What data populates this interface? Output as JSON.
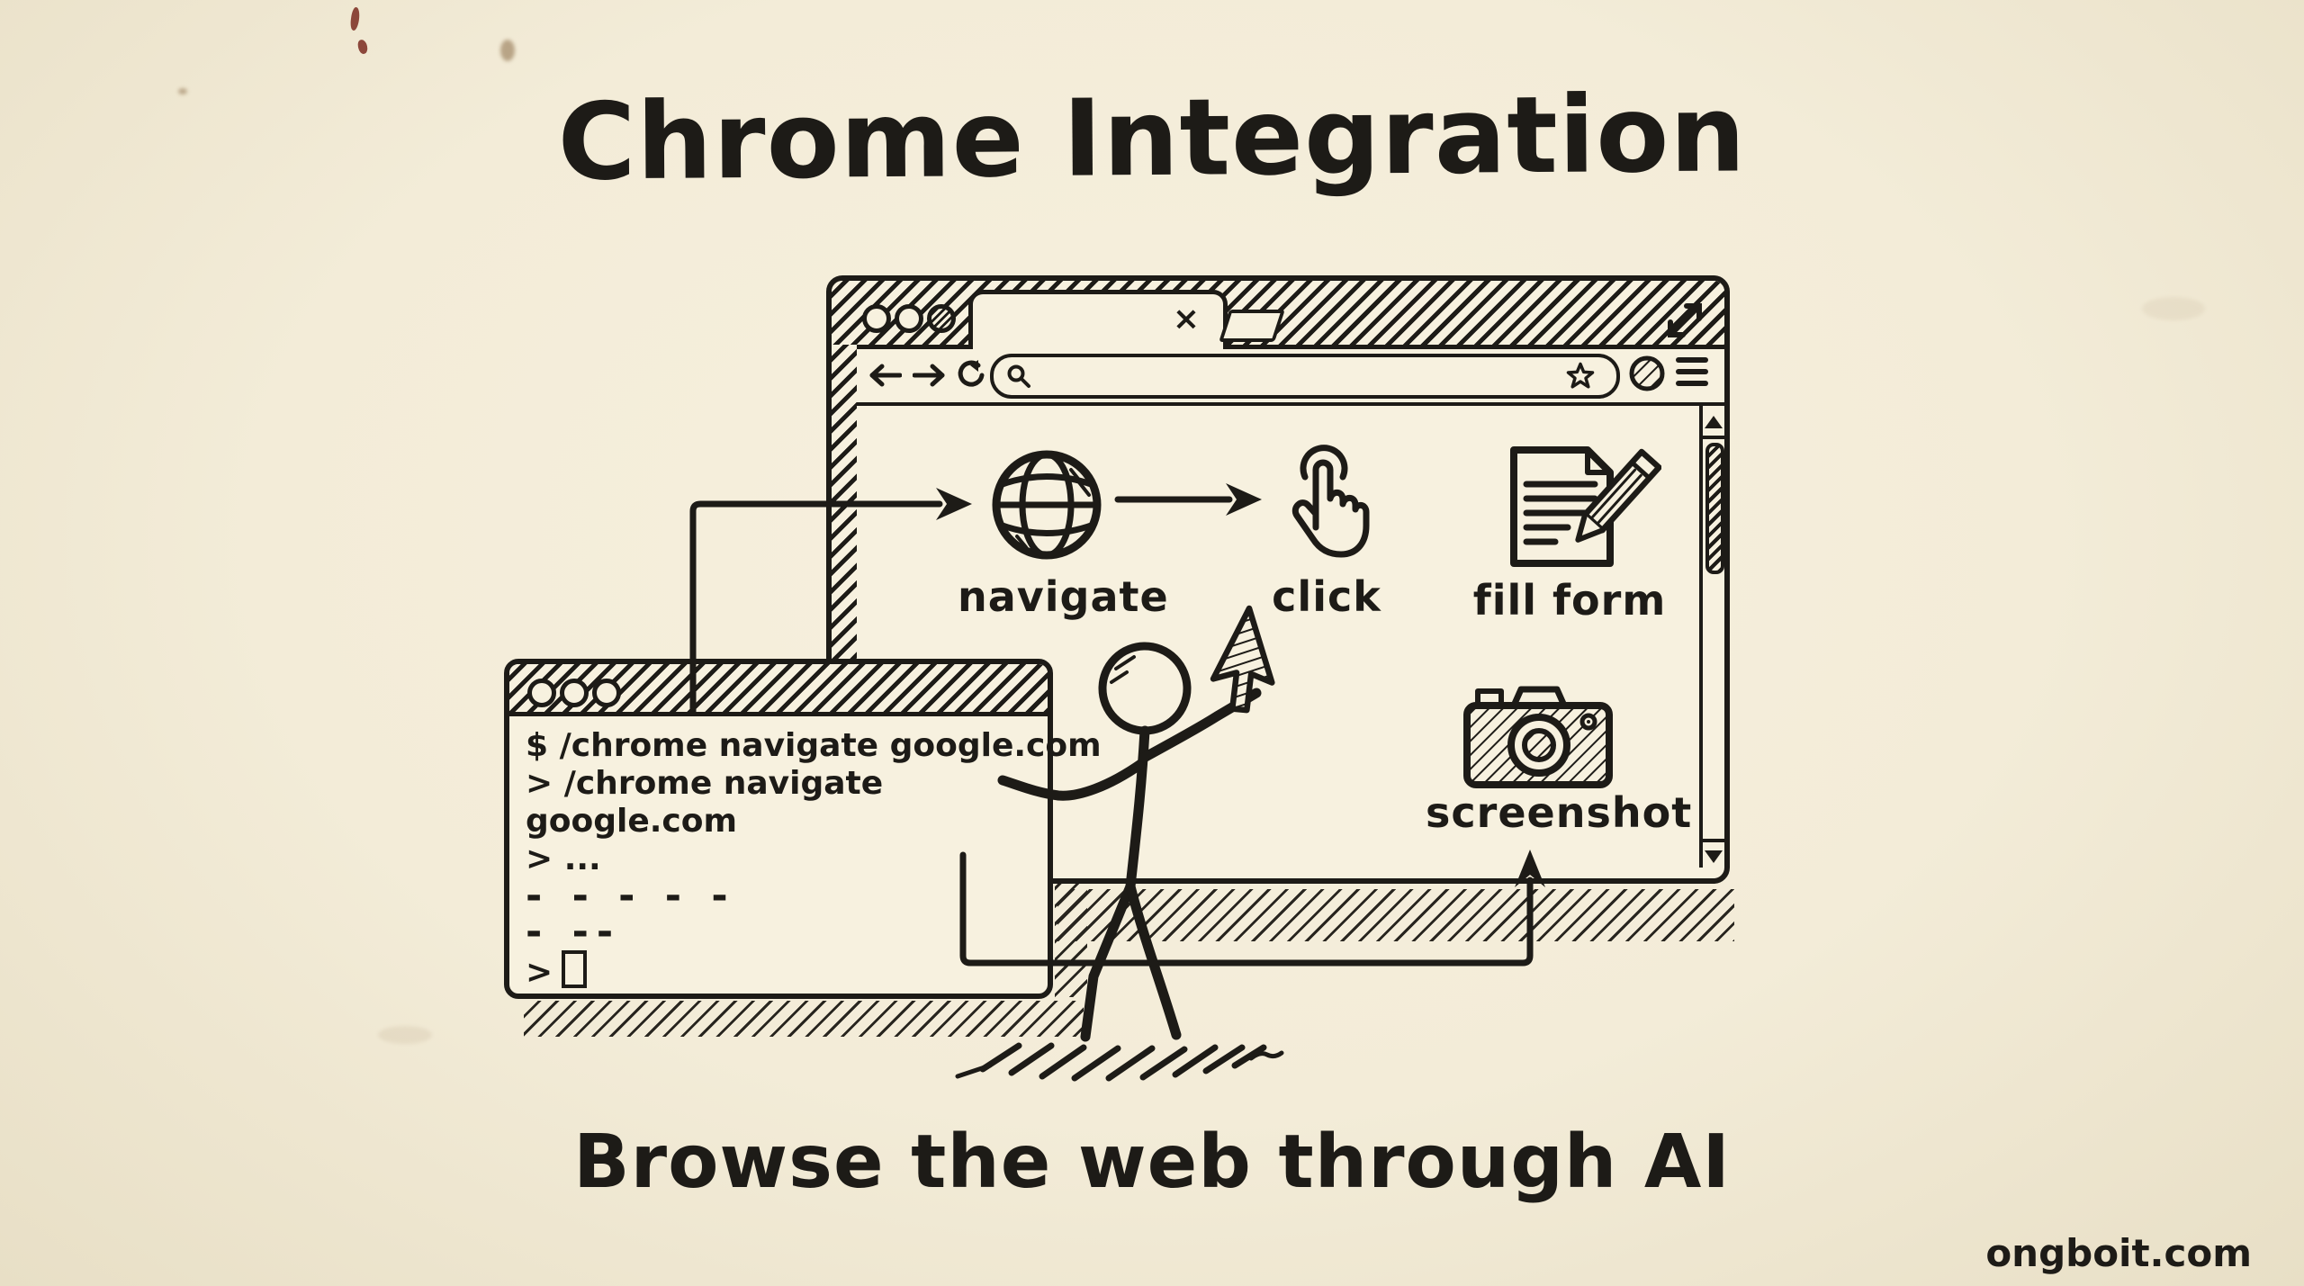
{
  "page": {
    "title": "Chrome Integration",
    "caption": "Browse the web through AI",
    "watermark": "ongboit.com"
  },
  "browser": {
    "tab": {
      "close_label": "×"
    },
    "window_dots": [
      "dot-1",
      "dot-2",
      "dot-3-hatched"
    ],
    "toolbar_icons": [
      "back-arrow-icon",
      "forward-arrow-icon",
      "reload-icon",
      "search-icon",
      "star-icon",
      "avatar",
      "menu-icon"
    ],
    "scrollbar_icons": [
      "scroll-up-icon",
      "scroll-down-icon"
    ],
    "resize_icon": "diagonal-resize-icon",
    "flow_steps": [
      {
        "icon": "globe-icon",
        "label": "navigate"
      },
      {
        "icon": "tap-hand-icon",
        "label": "click"
      },
      {
        "icon": "document-pencil-icon",
        "label": "fill form"
      },
      {
        "icon": "camera-icon",
        "label": "screenshot"
      }
    ]
  },
  "terminal": {
    "window_dots": [
      "dot-1",
      "dot-2",
      "dot-3"
    ],
    "lines": [
      "$ /chrome navigate google.com",
      "> /chrome navigate",
      "google.com",
      "> ..."
    ],
    "dash_lines": [
      "- - - - -",
      "- --"
    ],
    "prompt": ">"
  },
  "colors": {
    "paper": "#f3ecd8",
    "ink": "#1d1b17"
  }
}
